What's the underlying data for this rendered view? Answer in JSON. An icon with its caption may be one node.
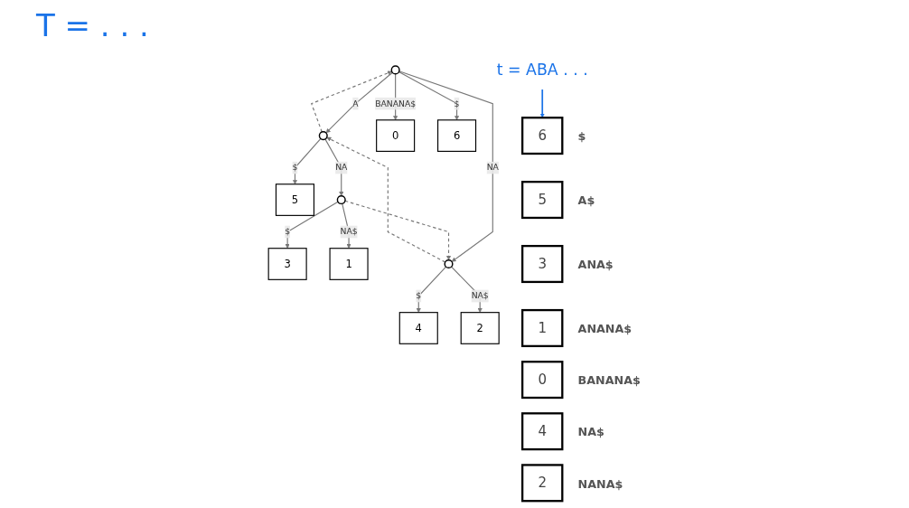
{
  "diagram": {
    "nodes": [
      {
        "text": [],
        "shape": "circle"
      },
      {
        "text": [
          "6"
        ]
      },
      {
        "text": [],
        "shape": "circle"
      },
      {
        "text": [
          "0"
        ]
      },
      {
        "text": [],
        "shape": "circle"
      },
      {
        "text": [
          "5"
        ]
      },
      {
        "text": [],
        "shape": "circle"
      },
      {
        "text": [
          "4"
        ]
      },
      {
        "text": [
          "2"
        ]
      },
      {
        "text": [
          "3"
        ]
      },
      {
        "text": [
          "1"
        ]
      },
      {
        "text": [
          "t = ABA . . ."
        ]
      },
      {
        "text": [
          "6"
        ],
        "beside": [
          "$"
        ]
      },
      {
        "text": [
          "5"
        ],
        "beside": [
          "A$"
        ]
      },
      {
        "text": [
          "3"
        ],
        "beside": [
          "ANA$"
        ]
      },
      {
        "text": [
          "1"
        ],
        "beside": [
          "ANANA$"
        ]
      },
      {
        "text": [
          "0"
        ],
        "beside": [
          "BANANA$"
        ]
      },
      {
        "text": [
          "4"
        ],
        "beside": [
          "NA$"
        ]
      },
      {
        "text": [
          "2"
        ],
        "beside": [
          "NANA$"
        ]
      }
    ],
    "edges": [
      {
        "from": 0,
        "to": 1,
        "arrow": "to",
        "label": "$"
      },
      {
        "from": 0,
        "to": 2,
        "arrow": "to",
        "label": "A"
      },
      {
        "from": 0,
        "to": 3,
        "arrow": "to",
        "label": "BANANA$"
      },
      {
        "from": 0,
        "to": 4,
        "arrow": "to",
        "label": "NA"
      },
      {
        "from": 2,
        "to": 5,
        "arrow": "to",
        "label": "$"
      },
      {
        "from": 2,
        "to": 6,
        "arrow": "to",
        "label": "NA"
      },
      {
        "from": 4,
        "to": 7,
        "arrow": "to",
        "label": "$"
      },
      {
        "from": 4,
        "to": 8,
        "arrow": "to",
        "label": "NA$"
      },
      {
        "from": 6,
        "to": 9,
        "arrow": "to",
        "label": "$"
      },
      {
        "from": 6,
        "to": 10,
        "arrow": "to",
        "label": "NA$"
      },
      {
        "from": 2,
        "to": 0,
        "arrow": "to",
        "style": "dashed"
      },
      {
        "from": 4,
        "to": 2,
        "arrow": "to",
        "style": "dashed"
      },
      {
        "from": 6,
        "to": 4,
        "arrow": "to",
        "style": "dashed"
      },
      {
        "from": 11,
        "to": 12,
        "arrow": "to",
        "color": "#1a73e8"
      }
    ],
    "labels": [
      "T = . . ."
    ]
  }
}
